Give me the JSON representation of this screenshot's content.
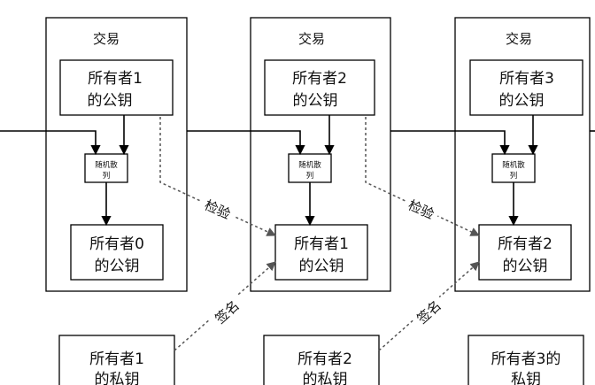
{
  "transactions": [
    {
      "title": "交易",
      "owner_key": [
        "所有者1",
        "的公钥"
      ],
      "hash": [
        "随机散",
        "列"
      ],
      "prev_key": [
        "所有者0",
        "的公钥"
      ]
    },
    {
      "title": "交易",
      "owner_key": [
        "所有者2",
        "的公钥"
      ],
      "hash": [
        "随机散",
        "列"
      ],
      "prev_key": [
        "所有者1",
        "的公钥"
      ]
    },
    {
      "title": "交易",
      "owner_key": [
        "所有者3",
        "的公钥"
      ],
      "hash": [
        "随机散",
        "列"
      ],
      "prev_key": [
        "所有者2",
        "的公钥"
      ]
    }
  ],
  "private_keys": [
    [
      "所有者1",
      "的私钥"
    ],
    [
      "所有者2",
      "的私钥"
    ],
    [
      "所有者3的",
      "私钥"
    ]
  ],
  "labels": {
    "verify": "检验",
    "sign": "签名"
  }
}
